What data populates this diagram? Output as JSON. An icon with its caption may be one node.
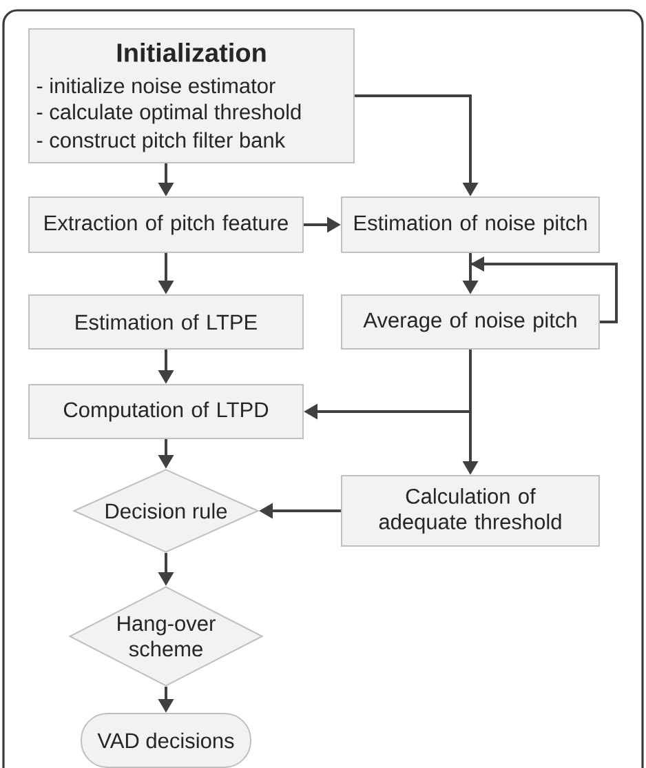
{
  "diagram": {
    "nodes": [
      {
        "text": [
          "Initialization",
          "- initialize noise estimator",
          "- calculate optimal threshold",
          "- construct pitch filter bank"
        ]
      },
      {
        "text": [
          "Extraction of pitch feature"
        ]
      },
      {
        "text": [
          "Estimation of noise pitch"
        ]
      },
      {
        "text": [
          "Estimation of LTPE"
        ]
      },
      {
        "text": [
          "Average of noise pitch"
        ]
      },
      {
        "text": [
          "Computation of LTPD"
        ]
      },
      {
        "text": [
          "Calculation of adequate threshold"
        ]
      },
      {
        "text": [
          "Decision rule"
        ]
      },
      {
        "text": [
          "Hang-over scheme"
        ]
      },
      {
        "text": [
          "VAD decisions"
        ]
      }
    ],
    "edges": [
      {
        "from": 0,
        "to": 1,
        "arrow": "to"
      },
      {
        "from": 0,
        "to": 2,
        "arrow": "to"
      },
      {
        "from": 1,
        "to": 2,
        "arrow": "to"
      },
      {
        "from": 1,
        "to": 3,
        "arrow": "to"
      },
      {
        "from": 2,
        "to": 4,
        "arrow": "to"
      },
      {
        "from": 4,
        "to": 4,
        "arrow": "to"
      },
      {
        "from": 3,
        "to": 5,
        "arrow": "to"
      },
      {
        "from": 4,
        "to": 5,
        "arrow": "to"
      },
      {
        "from": 4,
        "to": 6,
        "arrow": "to"
      },
      {
        "from": 5,
        "to": 7,
        "arrow": "to"
      },
      {
        "from": 6,
        "to": 7,
        "arrow": "to"
      },
      {
        "from": 7,
        "to": 8,
        "arrow": "to"
      },
      {
        "from": 8,
        "to": 9,
        "arrow": "to"
      }
    ]
  }
}
